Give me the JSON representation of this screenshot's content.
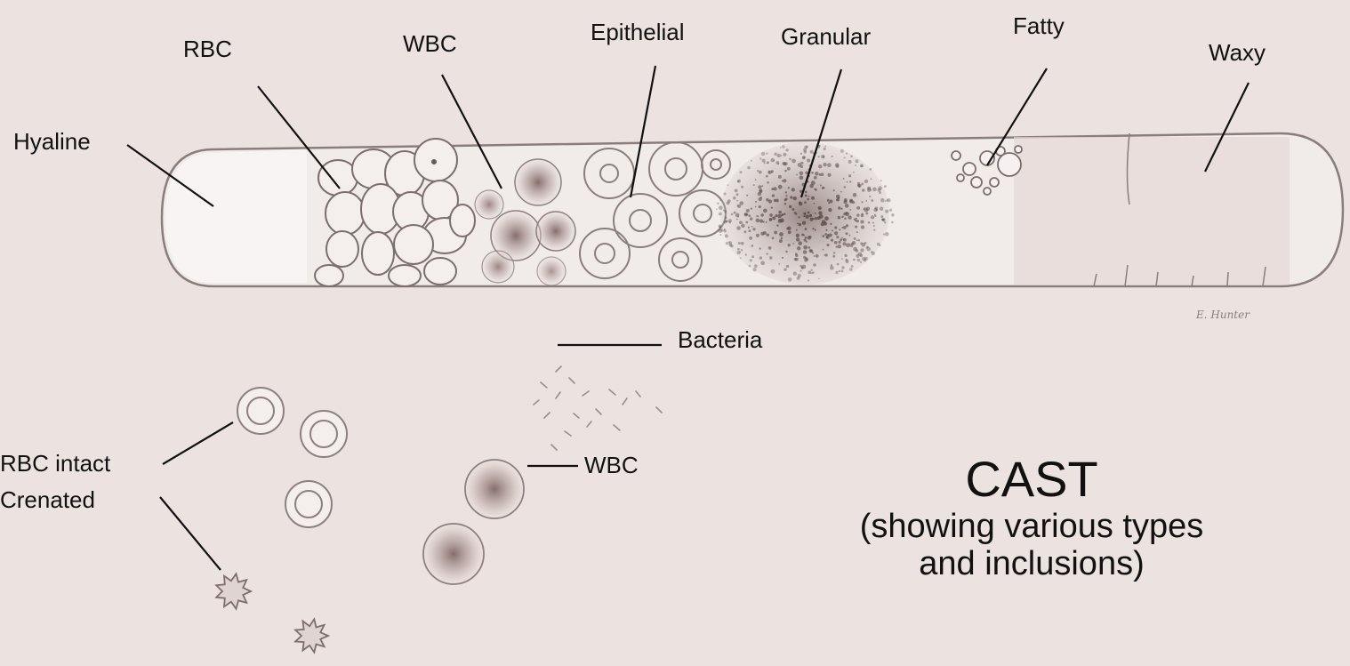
{
  "labels": {
    "rbc": "RBC",
    "wbc_top": "WBC",
    "epithelial": "Epithelial",
    "granular": "Granular",
    "fatty": "Fatty",
    "waxy": "Waxy",
    "hyaline": "Hyaline",
    "bacteria": "Bacteria",
    "rbc_intact": "RBC intact",
    "crenated": "Crenated",
    "wbc_bottom": "WBC"
  },
  "title": {
    "main": "CAST",
    "line1": "(showing various types",
    "line2": "and inclusions)"
  },
  "signature": "E. Hunter",
  "colors": {
    "background": "#ece3e0",
    "ink": "#111111",
    "outline": "#8a7e7c",
    "granule": "#5e4f4c"
  }
}
